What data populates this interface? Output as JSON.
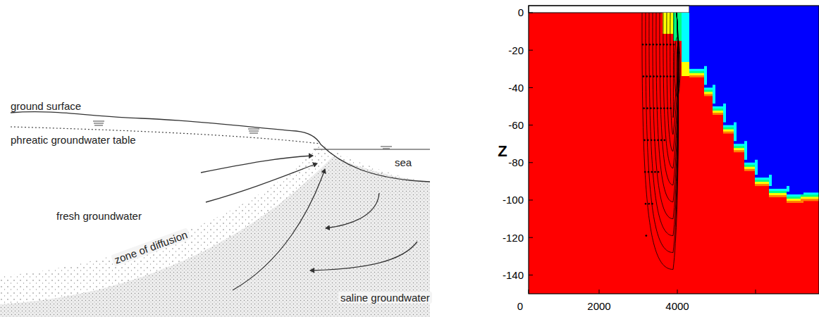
{
  "diagram": {
    "labels": [
      "ground surface",
      "phreatic groundwater table",
      "sea",
      "fresh groundwater",
      "zone of diffusion",
      "saline groundwater",
      "0",
      "-20",
      "-40",
      "-60",
      "-80",
      "-100",
      "-120",
      "-140",
      "Z",
      "0",
      "2000",
      "4000"
    ]
  }
}
